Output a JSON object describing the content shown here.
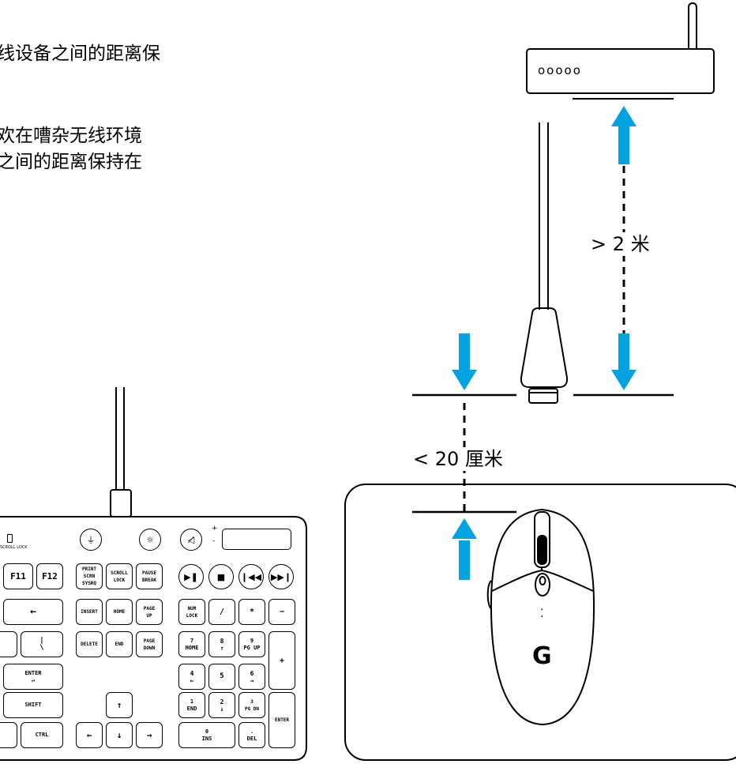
{
  "text": {
    "line1": "线设备之间的距离保",
    "line2": "欢在嘈杂无线环境",
    "line3": "之间的距离保持在"
  },
  "labels": {
    "router_distance": "> 2 米",
    "dongle_distance": "< 20 厘米"
  },
  "router": {
    "lights": "ooooo"
  },
  "keyboard": {
    "scroll_lock_led": "SCROLL LOCK",
    "media_top": [
      "⏚",
      "☼",
      "◁̸"
    ],
    "volume_plus": "+",
    "volume_minus": "-",
    "fn_keys": [
      {
        "id": "f11",
        "label": "F11"
      },
      {
        "id": "f12",
        "label": "F12"
      },
      {
        "id": "prtsc",
        "label": "PRINT\nSCRN\nSYSRQ"
      },
      {
        "id": "scrolllock",
        "label": "SCROLL\nLOCK"
      },
      {
        "id": "pause",
        "label": "PAUSE\nBREAK"
      }
    ],
    "media_round": [
      "▶❚",
      "■",
      "❙◀◀",
      "▶▶❙"
    ],
    "nav_keys": [
      {
        "id": "backspace",
        "label": "←"
      },
      {
        "id": "insert",
        "label": "INSERT"
      },
      {
        "id": "home",
        "label": "HOME"
      },
      {
        "id": "pageup",
        "label": "PAGE\nUP"
      },
      {
        "id": "backslash",
        "label": "|\n\\"
      },
      {
        "id": "delete",
        "label": "DELETE"
      },
      {
        "id": "end",
        "label": "END"
      },
      {
        "id": "pagedown",
        "label": "PAGE\nDOWN"
      },
      {
        "id": "enter",
        "label": "ENTER\n↵"
      },
      {
        "id": "shift",
        "label": "SHIFT"
      },
      {
        "id": "ctrl",
        "label": "CTRL"
      },
      {
        "id": "arrow-up",
        "label": "↑"
      },
      {
        "id": "arrow-left",
        "label": "←"
      },
      {
        "id": "arrow-down",
        "label": "↓"
      },
      {
        "id": "arrow-right",
        "label": "→"
      },
      {
        "id": "left-edge-1",
        "label": ""
      },
      {
        "id": "left-edge-2",
        "label": ""
      },
      {
        "id": "left-edge-3",
        "label": ""
      }
    ],
    "numpad": [
      {
        "id": "numlock",
        "label": "NUM\nLOCK"
      },
      {
        "id": "divide",
        "label": "/"
      },
      {
        "id": "multiply",
        "label": "*"
      },
      {
        "id": "minus",
        "label": "−"
      },
      {
        "id": "num7",
        "label": "7\nHOME"
      },
      {
        "id": "num8",
        "label": "8\n↑"
      },
      {
        "id": "num9",
        "label": "9\nPG UP"
      },
      {
        "id": "plus",
        "label": "+"
      },
      {
        "id": "num4",
        "label": "4\n←"
      },
      {
        "id": "num5",
        "label": "5"
      },
      {
        "id": "num6",
        "label": "6\n→"
      },
      {
        "id": "num1",
        "label": "1\nEND"
      },
      {
        "id": "num2",
        "label": "2\n↓"
      },
      {
        "id": "num3",
        "label": "3\nPG DN"
      },
      {
        "id": "numenter",
        "label": "ENTER"
      },
      {
        "id": "num0",
        "label": "0\nINS"
      },
      {
        "id": "numdot",
        "label": ".\nDEL"
      }
    ]
  },
  "mouse": {
    "logo": "G",
    "indicator": "⁚"
  },
  "colors": {
    "arrow": "#00a3e0",
    "stroke": "#000000"
  }
}
